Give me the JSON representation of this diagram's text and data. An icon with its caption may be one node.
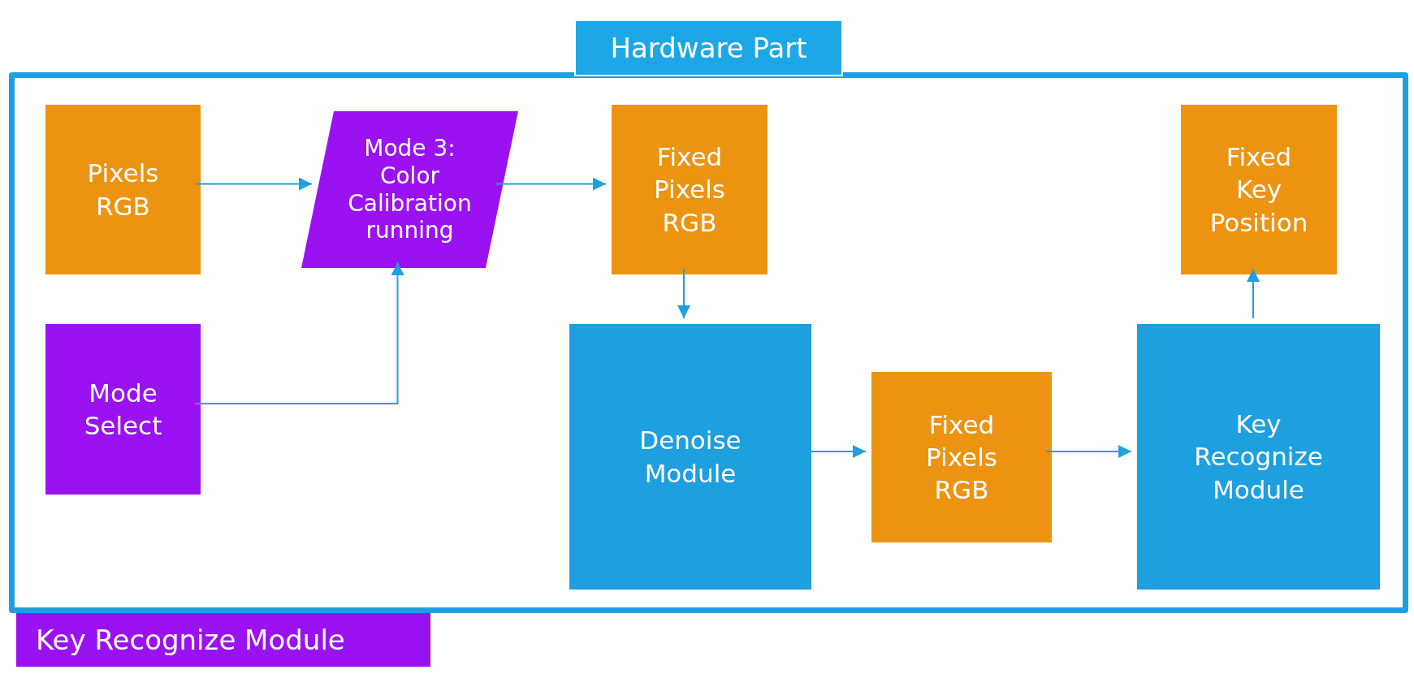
{
  "diagram": {
    "nodes": [
      {
        "text": [
          "Hardware Part",
          "Key Recognize Module"
        ]
      },
      {
        "text": [
          "Pixels RGB"
        ],
        "in": 0
      },
      {
        "text": [
          "Mode 3: Color Calibration running"
        ],
        "in": 0
      },
      {
        "text": [
          "Fixed Pixels RGB"
        ],
        "in": 0
      },
      {
        "text": [
          "Fixed Key Position"
        ],
        "in": 0
      },
      {
        "text": [
          "Mode Select"
        ],
        "in": 0
      },
      {
        "text": [
          "Denoise Module"
        ],
        "in": 0
      },
      {
        "text": [
          "Fixed Pixels RGB"
        ],
        "in": 0
      },
      {
        "text": [
          "Key Recognize Module"
        ],
        "in": 0
      }
    ],
    "edges": [
      {
        "from": 1,
        "to": 2,
        "arrow": "to"
      },
      {
        "from": 5,
        "to": 2,
        "arrow": "to"
      },
      {
        "from": 2,
        "to": 3,
        "arrow": "to"
      },
      {
        "from": 3,
        "to": 6,
        "arrow": "to"
      },
      {
        "from": 6,
        "to": 7,
        "arrow": "to"
      },
      {
        "from": 7,
        "to": 8,
        "arrow": "to"
      },
      {
        "from": 8,
        "to": 4,
        "arrow": "to"
      }
    ]
  }
}
